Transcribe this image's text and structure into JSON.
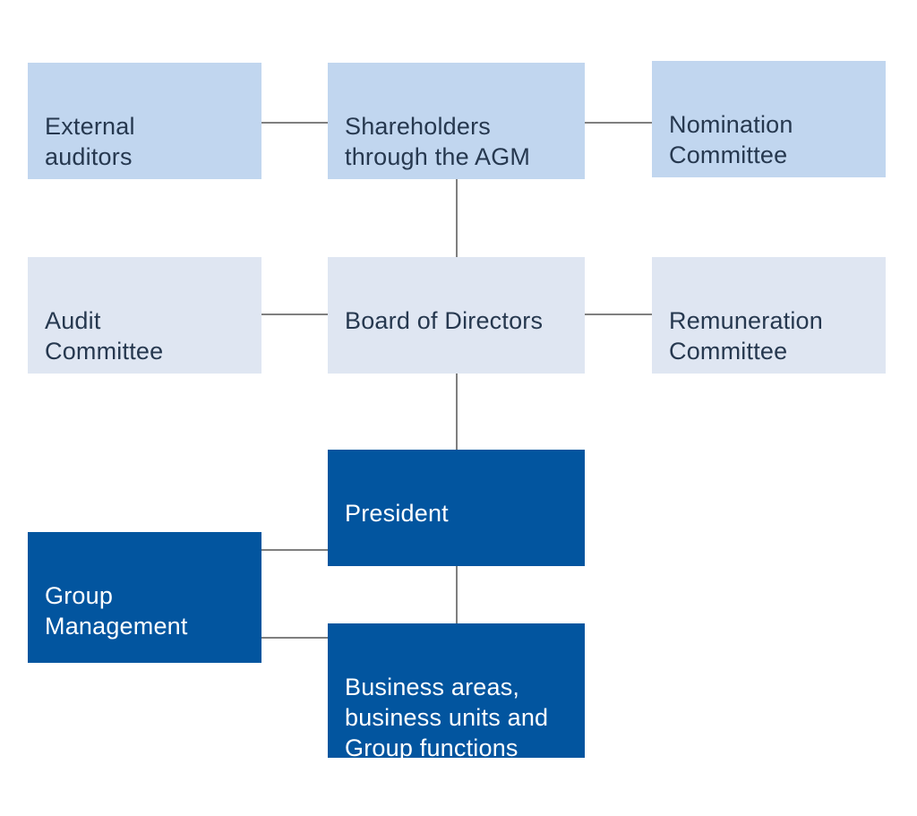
{
  "diagram": {
    "nodes": {
      "external_auditors": "External\nauditors",
      "shareholders": "Shareholders\nthrough the AGM",
      "nomination_committee": "Nomination\nCommittee",
      "audit_committee": "Audit\nCommittee",
      "board_of_directors": "Board of Directors",
      "remuneration_committee": "Remuneration\nCommittee",
      "president": "President",
      "group_management": "Group\nManagement",
      "business_areas": "Business areas,\nbusiness units and\nGroup functions"
    },
    "colors": {
      "top_tier": "#c1d6ef",
      "middle_tier": "#dfe6f2",
      "bottom_tier": "#02559f",
      "connector": "#7f7f7f"
    }
  }
}
